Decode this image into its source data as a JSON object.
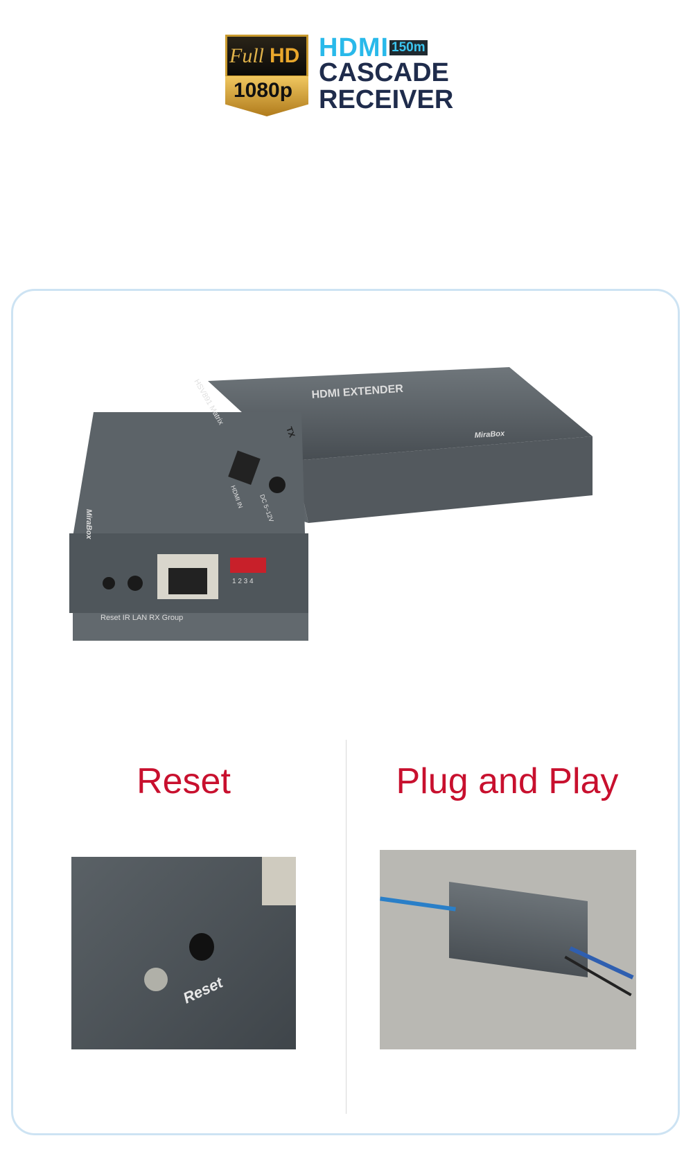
{
  "logo": {
    "badge_full": "Full",
    "badge_hd": "HD",
    "badge_res": "1080p",
    "line1": "HDMI",
    "distance": "150m",
    "line2": "CASCADE",
    "line3": "RECEIVER"
  },
  "product": {
    "tx_brand": "HDMI EXTENDER",
    "model": "HSV891 Matrix",
    "tx_label": "TX",
    "hdmi_in": "HDMI IN",
    "dc": "DC 5~12V",
    "rx_ports": [
      "Reset",
      "IR",
      "LAN RX",
      "Group"
    ],
    "dip": "1 2 3 4",
    "maker": "MiraBox"
  },
  "features": [
    {
      "title": "Reset",
      "photo_label": "Reset"
    },
    {
      "title": "Plug and Play"
    }
  ],
  "colors": {
    "heading": "#c8102e",
    "card_border": "#cde3f3",
    "cyan": "#29b9ea",
    "navy": "#1f2c4c"
  }
}
